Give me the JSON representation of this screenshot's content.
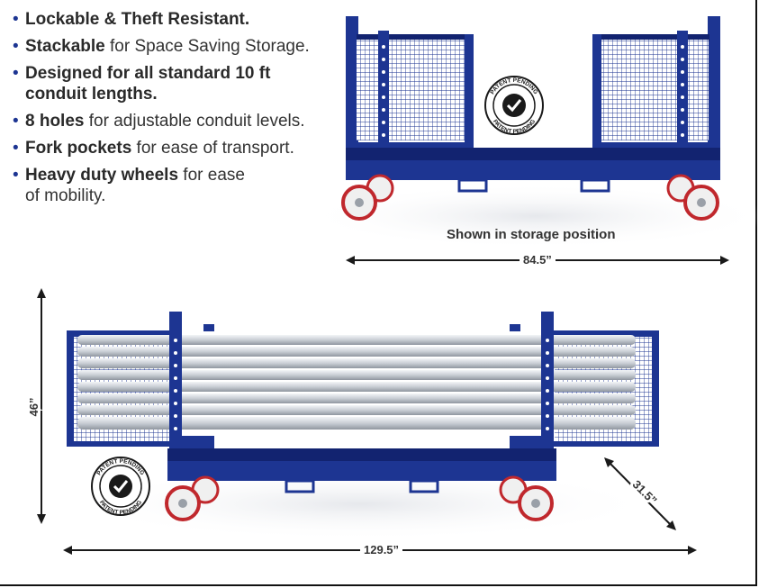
{
  "features": [
    {
      "bold": "Lockable & Theft Resistant.",
      "rest": ""
    },
    {
      "bold": "Stackable",
      "rest": " for Space Saving Storage."
    },
    {
      "bold": "Designed for all standard 10 ft conduit lengths.",
      "rest": ""
    },
    {
      "bold": "8 holes",
      "rest": " for adjustable conduit levels."
    },
    {
      "bold": "Fork pockets",
      "rest": " for ease of transport."
    },
    {
      "bold": "Heavy duty wheels",
      "rest": " for ease of mobility."
    }
  ],
  "storage_caption": "Shown in storage position",
  "dimensions": {
    "storage_width": "84.5”",
    "open_length": "129.5”",
    "height": "46”",
    "depth": "31.5”"
  },
  "badge": {
    "top_text": "PATENT PENDING",
    "bottom_text": "PATENT PENDING"
  },
  "colors": {
    "cart_blue": "#1d3592",
    "cart_dark": "#122370",
    "wheel_red": "#c0282d",
    "conduit": "#d8dde3",
    "bullet": "#1d3592"
  },
  "icons": [
    "checkmark-icon"
  ]
}
